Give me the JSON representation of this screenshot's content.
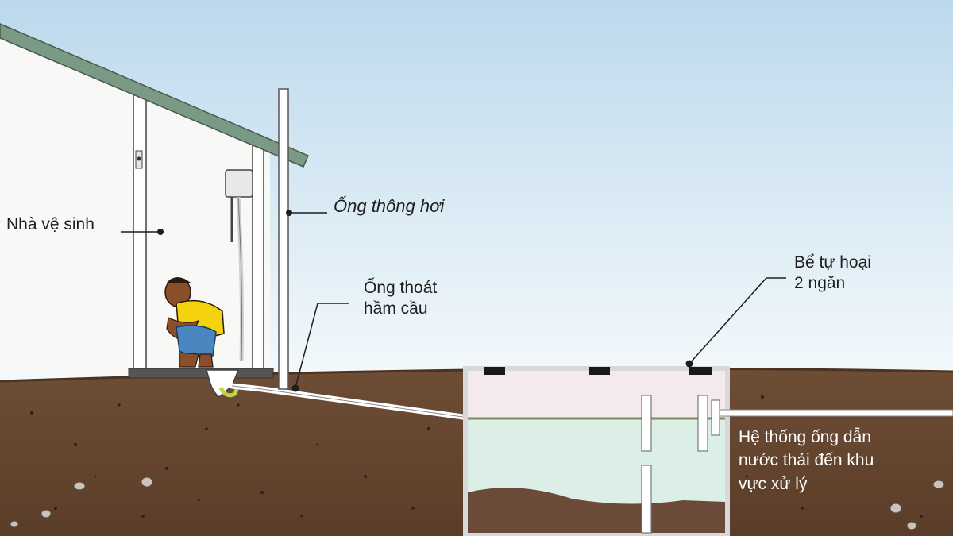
{
  "labels": {
    "toilet_house": "Nhà vệ sinh",
    "vent_pipe": "Ống thông hơi",
    "drain_line1": "Ống thoát",
    "drain_line2": "hầm cầu",
    "tank_line1": "Bể tự hoại",
    "tank_line2": "2 ngăn",
    "wastewater_line1": "Hệ thống ống dẫn",
    "wastewater_line2": "nước thải đến khu",
    "wastewater_line3": "vực xử lý"
  },
  "colors": {
    "sky_top": "#bcd9ec",
    "sky_bottom": "#f4f9fc",
    "soil": "#6a4a33",
    "soil_dark": "#4a3322",
    "water": "#dcefe6",
    "tank_air": "#f4e9ec",
    "sludge": "#6b4a3a",
    "shirt": "#f4d20d",
    "pants": "#4a87c0",
    "roof": "#7a9a86"
  }
}
